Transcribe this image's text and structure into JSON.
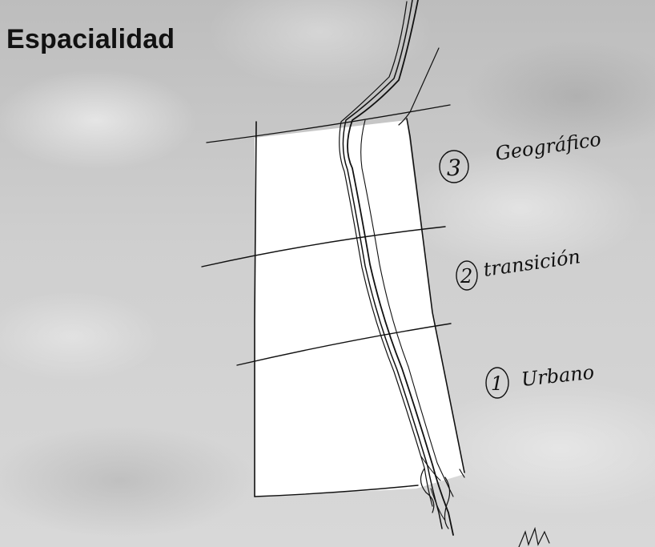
{
  "slide": {
    "title": "Espacialidad"
  },
  "zones": [
    {
      "number": "3",
      "label": "Geográfico"
    },
    {
      "number": "2",
      "label": "transición"
    },
    {
      "number": "1",
      "label": "Urbano"
    }
  ],
  "colors": {
    "paper": "#ffffff",
    "ink": "#111111",
    "background": "#c9c9c9"
  }
}
